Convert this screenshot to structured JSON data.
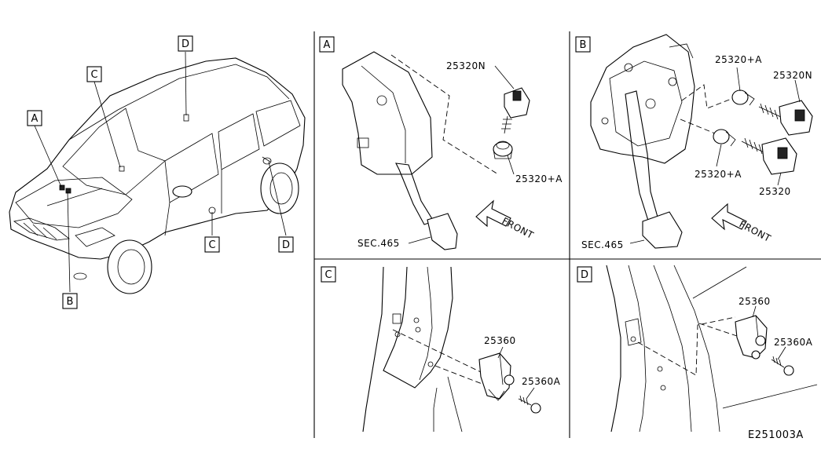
{
  "callouts": {
    "overview": {
      "A": "A",
      "B": "B",
      "C1": "C",
      "C2": "C",
      "D1": "D",
      "D2": "D"
    }
  },
  "panels": {
    "A": {
      "tag": "A",
      "parts": {
        "switch": "25320N",
        "clip": "25320+A",
        "section": "SEC.465"
      },
      "front": "FRONT"
    },
    "B": {
      "tag": "B",
      "parts": {
        "clip_top": "25320+A",
        "switch_top": "25320N",
        "clip_bottom": "25320+A",
        "switch_bottom": "25320",
        "section": "SEC.465"
      },
      "front": "FRONT"
    },
    "C": {
      "tag": "C",
      "parts": {
        "switch": "25360",
        "screw": "25360A"
      }
    },
    "D": {
      "tag": "D",
      "parts": {
        "switch": "25360",
        "screw": "25360A"
      }
    }
  },
  "diagram_code": "E251003A"
}
